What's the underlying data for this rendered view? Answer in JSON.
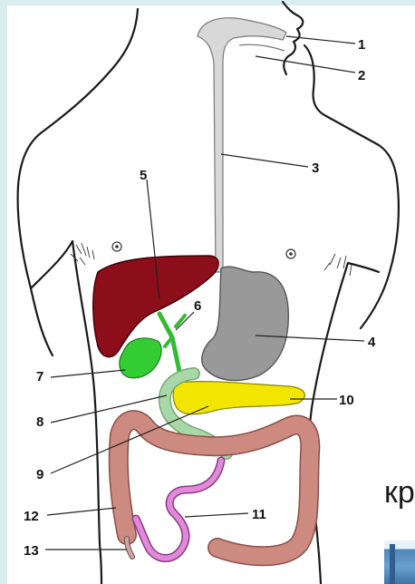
{
  "diagram": {
    "labels": [
      "1",
      "2",
      "3",
      "4",
      "5",
      "6",
      "7",
      "8",
      "9",
      "10",
      "11",
      "12",
      "13"
    ]
  },
  "overlay": {
    "text": "кр"
  },
  "colors": {
    "frame": "#d9eeee",
    "esophagus": "#d8d8d8",
    "liver": "#8b0e1a",
    "gallbladder": "#33cc33",
    "bile_duct": "#33bb33",
    "stomach": "#999999",
    "pancreas": "#f2e600",
    "duodenum": "#a8d8a8",
    "large_intestine": "#cc8a80",
    "small_intestine": "#e08ad8",
    "outline": "#1a1a1a"
  }
}
